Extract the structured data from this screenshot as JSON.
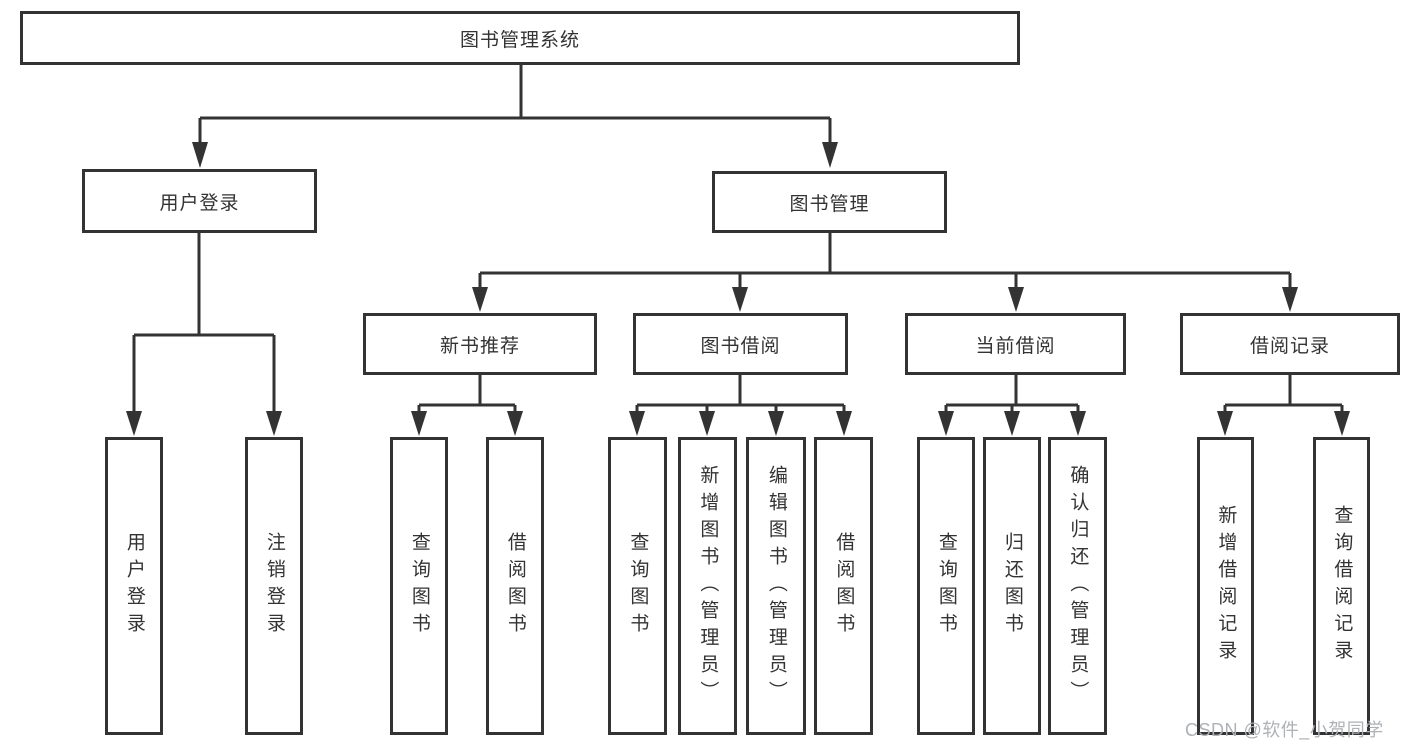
{
  "tree": {
    "label": "图书管理系统",
    "children": [
      {
        "label": "用户登录",
        "children": [
          {
            "label": "用户登录"
          },
          {
            "label": "注销登录"
          }
        ]
      },
      {
        "label": "图书管理",
        "children": [
          {
            "label": "新书推荐",
            "children": [
              {
                "label": "查询图书"
              },
              {
                "label": "借阅图书"
              }
            ]
          },
          {
            "label": "图书借阅",
            "children": [
              {
                "label": "查询图书"
              },
              {
                "label": "新增图书（管理员）"
              },
              {
                "label": "编辑图书（管理员）"
              },
              {
                "label": "借阅图书"
              }
            ]
          },
          {
            "label": "当前借阅",
            "children": [
              {
                "label": "查询图书"
              },
              {
                "label": "归还图书"
              },
              {
                "label": "确认归还（管理员）"
              }
            ]
          },
          {
            "label": "借阅记录",
            "children": [
              {
                "label": "新增借阅记录"
              },
              {
                "label": "查询借阅记录"
              }
            ]
          }
        ]
      }
    ]
  },
  "watermark": {
    "text": "CSDN @软件_小贺同学"
  },
  "style": {
    "line_color": "#333333",
    "text_color": "#333333",
    "node_bg": "#ffffff",
    "watermark_color": "#aeb2b6",
    "bg": "#ffffff"
  }
}
